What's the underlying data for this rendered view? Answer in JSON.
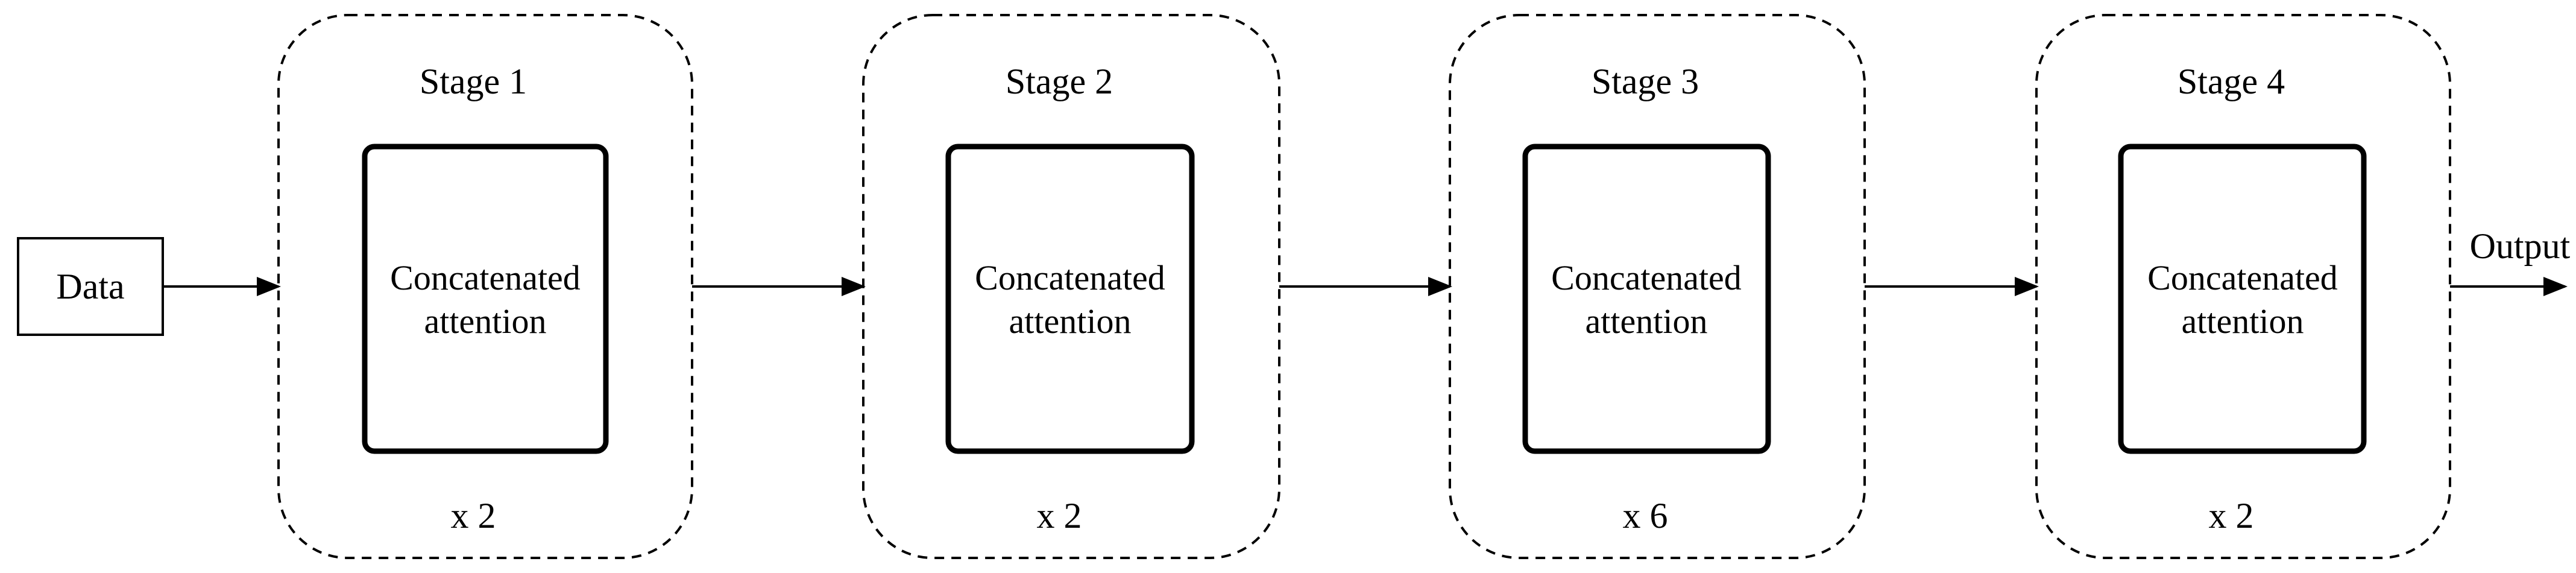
{
  "input": {
    "label": "Data"
  },
  "output": {
    "label": "Output"
  },
  "stages": [
    {
      "title": "Stage 1",
      "block_line1": "Concatenated",
      "block_line2": "attention",
      "repeat": "x 2"
    },
    {
      "title": "Stage 2",
      "block_line1": "Concatenated",
      "block_line2": "attention",
      "repeat": "x 2"
    },
    {
      "title": "Stage 3",
      "block_line1": "Concatenated",
      "block_line2": "attention",
      "repeat": "x 6"
    },
    {
      "title": "Stage 4",
      "block_line1": "Concatenated",
      "block_line2": "attention",
      "repeat": "x 2"
    }
  ],
  "colors": {
    "stroke": "#000000",
    "background": "#ffffff"
  }
}
